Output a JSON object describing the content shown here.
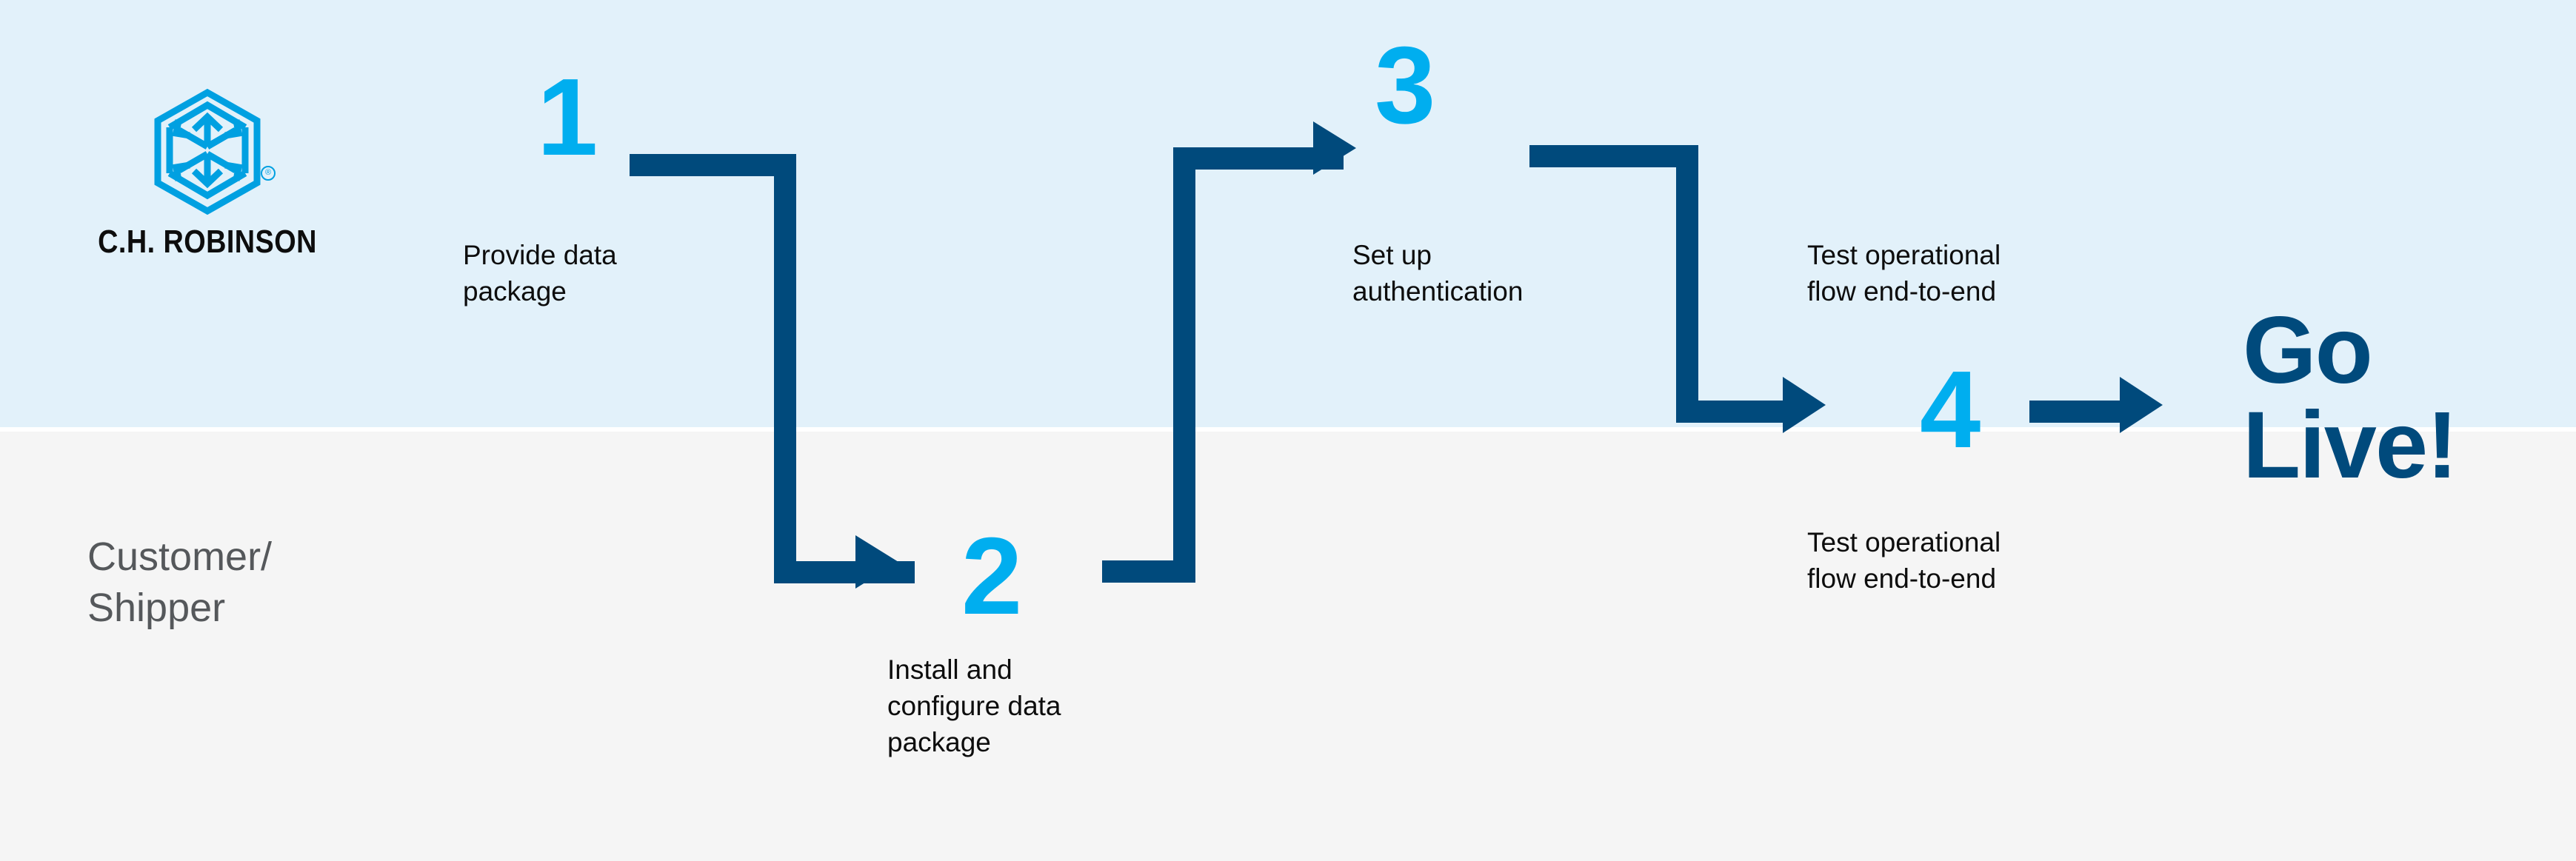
{
  "theme": {
    "band_top_color": "#e2f1fa",
    "band_bottom_color": "#f5f5f5",
    "accent_cyan": "#00aeef",
    "accent_navy": "#004a7c",
    "body_text": "#0d0d0d",
    "lane_text": "#55585b"
  },
  "brand": {
    "wordmark": "C.H. ROBINSON",
    "trademark_symbol": "®",
    "logo_icon": "hexagon-cube-arrows-icon"
  },
  "lanes": [
    {
      "id": "customer-shipper",
      "label": "Customer/\nShipper"
    }
  ],
  "steps": [
    {
      "number": "1",
      "label": "Provide data\npackage"
    },
    {
      "number": "2",
      "label": "Install and\nconfigure data\npackage"
    },
    {
      "number": "3",
      "label": "Set up\nauthentication"
    },
    {
      "number": "4",
      "label": "Test operational\nflow end-to-end"
    }
  ],
  "notes": [
    {
      "id": "note-after-step-3",
      "label": "Test operational\nflow end-to-end"
    }
  ],
  "final": {
    "label": "Go\nLive!"
  },
  "connectors": [
    {
      "id": "step-1-to-step-2",
      "from": "1",
      "to": "2",
      "shape": "right-down-right"
    },
    {
      "id": "step-2-to-step-3",
      "from": "2",
      "to": "3",
      "shape": "right-up-right"
    },
    {
      "id": "step-3-to-step-4",
      "from": "3",
      "to": "4",
      "shape": "right-down-right"
    },
    {
      "id": "step-4-to-go-live",
      "from": "4",
      "to": "Go Live!",
      "shape": "right"
    }
  ]
}
